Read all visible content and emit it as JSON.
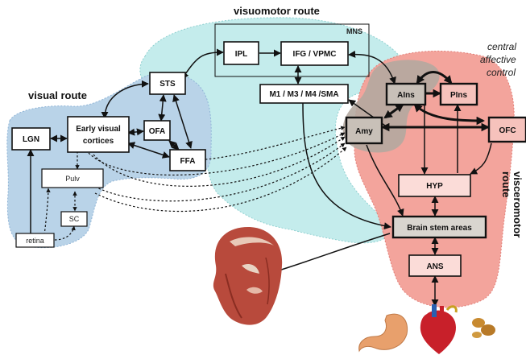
{
  "labels": {
    "visuomotor_route": "visuomotor route",
    "visual_route": "visual route",
    "central_affective_control_1": "central",
    "central_affective_control_2": "affective",
    "central_affective_control_3": "control",
    "visceromotor_route_1": "visceromotor",
    "visceromotor_route_2": "route",
    "mns": "MNS"
  },
  "nodes": {
    "lgn": "LGN",
    "early_visual_1": "Early visual",
    "early_visual_2": "cortices",
    "sts": "STS",
    "ofa": "OFA",
    "ffa": "FFA",
    "pulv": "Pulv",
    "sc": "SC",
    "retina": "retina",
    "ipl": "IPL",
    "ifg_vpmc": "IFG / VPMC",
    "m1_sma": "M1 / M3 / M4 /SMA",
    "ains": "AIns",
    "pins": "PIns",
    "amy": "Amy",
    "ofc": "OFC",
    "hyp": "HYP",
    "brainstem": "Brain stem areas",
    "ans": "ANS"
  },
  "colors": {
    "visual_region": "#b9d3e8",
    "visuomotor_region": "#c4ecec",
    "visceromotor_region": "#f3a49c",
    "affective_region": "#b4a8a0"
  }
}
